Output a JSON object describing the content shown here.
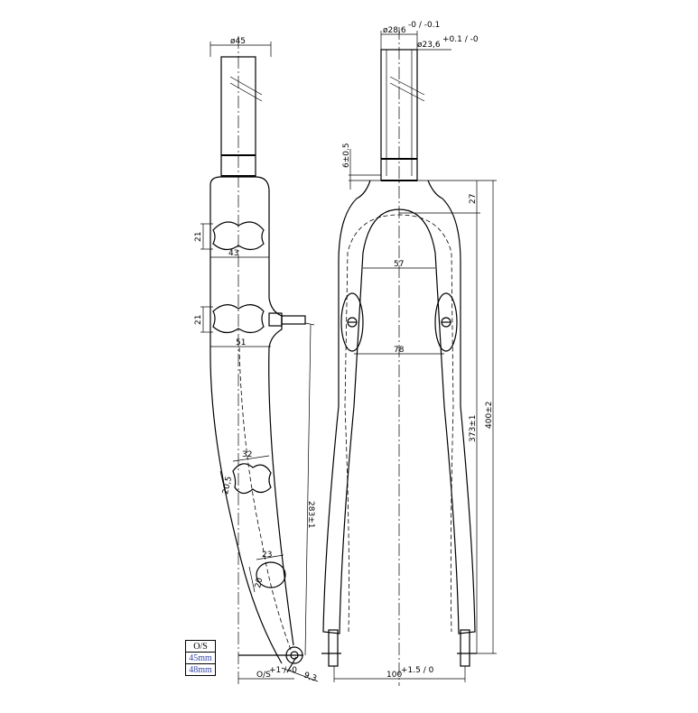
{
  "side_view": {
    "steerer_diameter": "ø45",
    "crown_height_upper": "21",
    "crown_width_upper": "43",
    "crown_height_lower": "21",
    "crown_width_lower": "51",
    "leg_width_upper": "32",
    "leg_height_upper": "20,5",
    "leg_width_lower": "23",
    "leg_height_lower": "20",
    "axle_to_crown": "283±1",
    "offset_label": "O/S",
    "offset_tolerance": "+1 / -0",
    "dropout_thickness": "9,3"
  },
  "front_view": {
    "steerer_outer": "ø28,6",
    "steerer_outer_tol": "-0 / -0.1",
    "steerer_inner": "ø23,6",
    "steerer_inner_tol": "+0.1 / -0",
    "race_height": "6±0.5",
    "crown_depth": "27",
    "inner_width_upper": "57",
    "inner_width_lower": "78",
    "leg_length": "373±1",
    "total_length": "400±2",
    "hub_spacing": "100",
    "hub_spacing_tol": "+1.5 / 0"
  },
  "offset_table": {
    "header": "O/S",
    "rows": [
      "45mm",
      "48mm"
    ],
    "row_color": "#3344aa"
  }
}
